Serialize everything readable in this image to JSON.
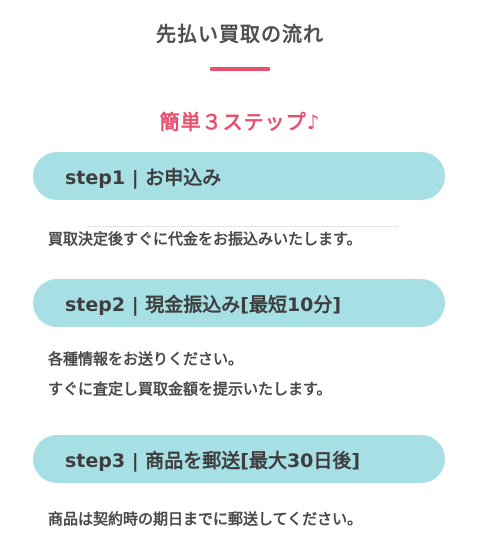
{
  "header": {
    "title": "先払い買取の流れ",
    "subtitle": "簡単３ステップ♪"
  },
  "colors": {
    "accent": "#e8506e",
    "pill": "#a6dfe4",
    "text": "#4a4a4a"
  },
  "steps": [
    {
      "label": "step1 | お申込み",
      "lines": [
        "買取決定後すぐに代金をお振込みいたします。"
      ]
    },
    {
      "label": "step2 | 現金振込み[最短10分]",
      "lines": [
        "各種情報をお送りください。",
        "すぐに査定し買取金額を提示いたします。"
      ]
    },
    {
      "label": "step3 | 商品を郵送[最大30日後]",
      "lines": [
        "商品は契約時の期日までに郵送してください。"
      ]
    }
  ]
}
